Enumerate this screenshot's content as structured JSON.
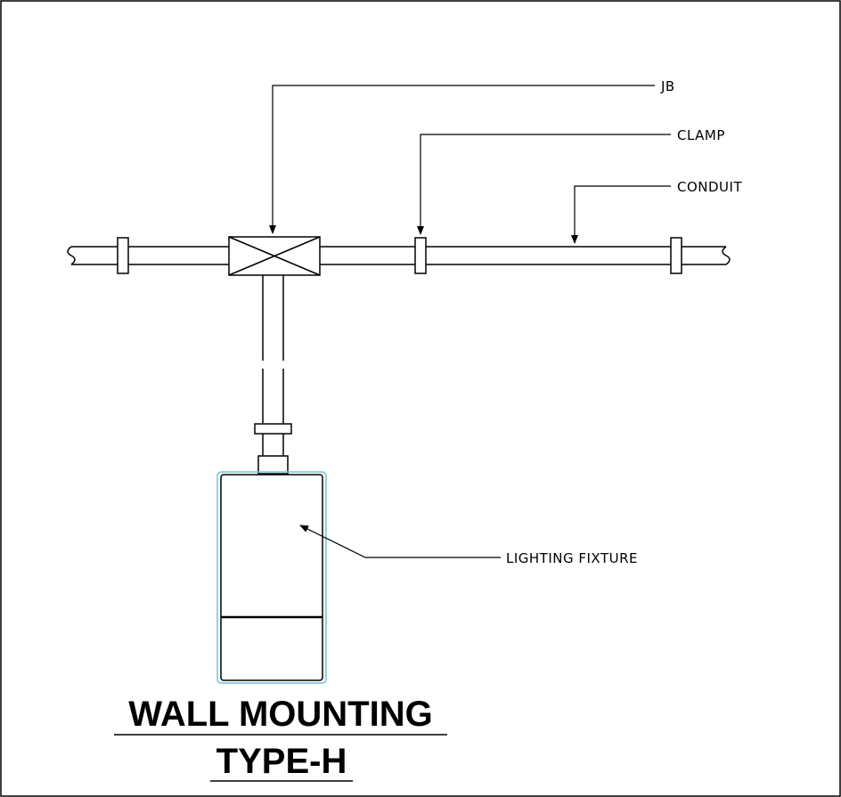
{
  "labels": {
    "jb": "JB",
    "clamp": "CLAMP",
    "conduit": "CONDUIT",
    "lighting_fixture": "LIGHTING FIXTURE"
  },
  "title": {
    "line1": "WALL MOUNTING",
    "line2": "TYPE-H"
  },
  "colors": {
    "line": "#000000",
    "fixture_highlight": "#6fc3dc",
    "background": "#ffffff"
  }
}
